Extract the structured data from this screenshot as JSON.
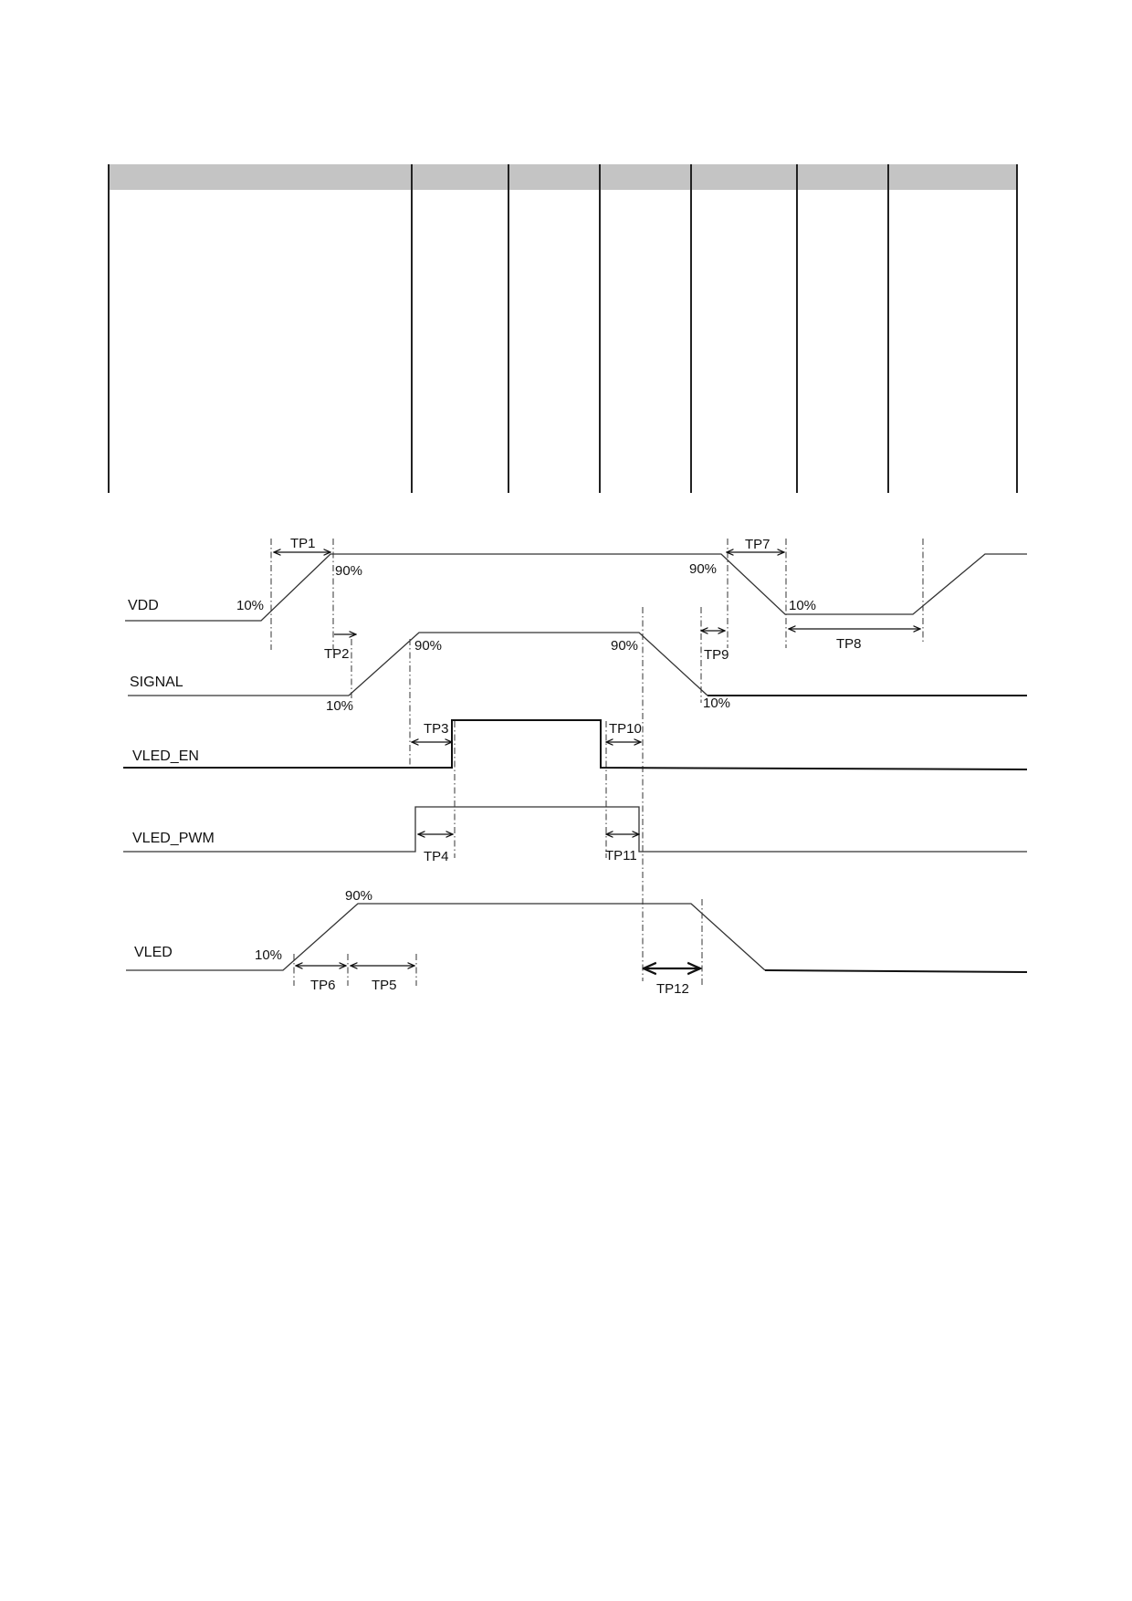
{
  "diagram": {
    "signals": {
      "vdd": "VDD",
      "signal": "SIGNAL",
      "vled_en": "VLED_EN",
      "vled_pwm": "VLED_PWM",
      "vled": "VLED"
    },
    "timing": {
      "tp1": "TP1",
      "tp2": "TP2",
      "tp3": "TP3",
      "tp4": "TP4",
      "tp5": "TP5",
      "tp6": "TP6",
      "tp7": "TP7",
      "tp8": "TP8",
      "tp9": "TP9",
      "tp10": "TP10",
      "tp11": "TP11",
      "tp12": "TP12"
    },
    "percent": {
      "high": "90%",
      "low": "10%"
    }
  }
}
